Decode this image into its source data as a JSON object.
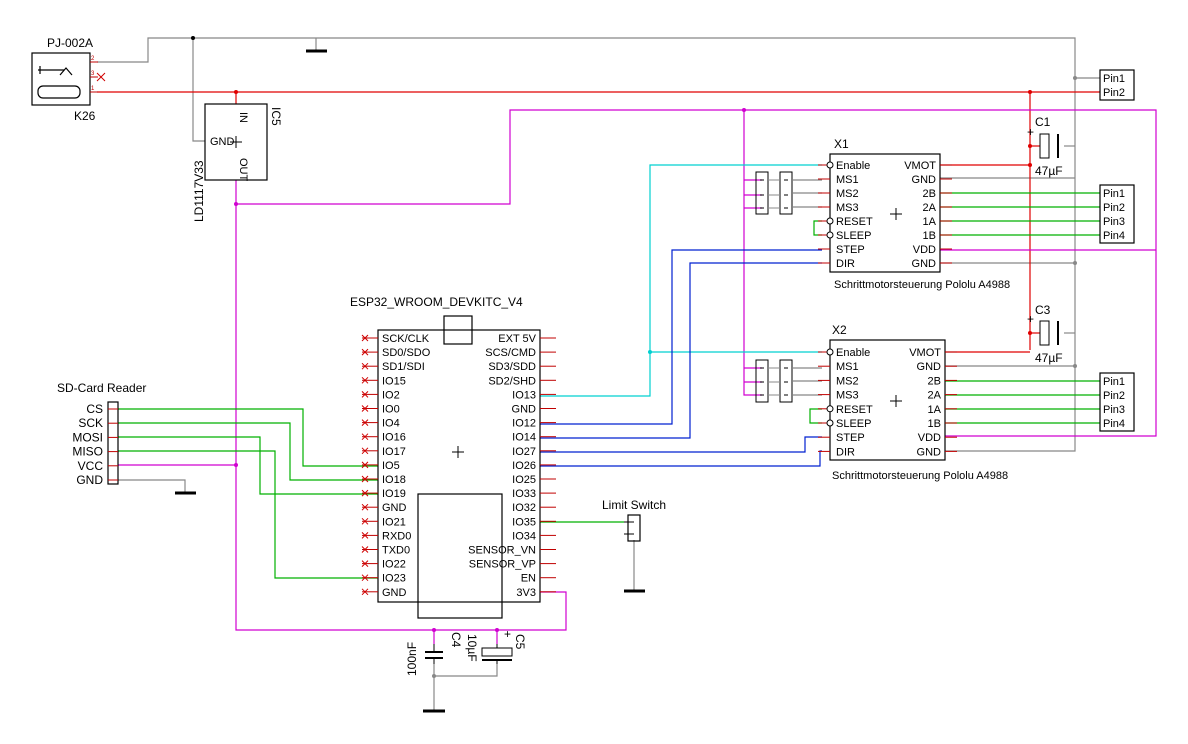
{
  "parts": {
    "jack": {
      "name": "PJ-002A",
      "value": "K26",
      "pins": [
        "2",
        "3",
        "1"
      ]
    },
    "regulator": {
      "name": "IC5",
      "value": "LD1117V33",
      "pins": {
        "in": "IN",
        "gnd": "GND",
        "out": "OUT"
      }
    },
    "esp32": {
      "name": "ESP32_WROOM_DEVKITC_V4",
      "left_pins": [
        "SCK/CLK",
        "SD0/SDO",
        "SD1/SDI",
        "IO15",
        "IO2",
        "IO0",
        "IO4",
        "IO16",
        "IO17",
        "IO5",
        "IO18",
        "IO19",
        "GND",
        "IO21",
        "RXD0",
        "TXD0",
        "IO22",
        "IO23",
        "GND"
      ],
      "right_pins": [
        "EXT 5V",
        "SCS/CMD",
        "SD3/SDD",
        "SD2/SHD",
        "IO13",
        "GND",
        "IO12",
        "IO14",
        "IO27",
        "IO26",
        "IO25",
        "IO33",
        "IO32",
        "IO35",
        "IO34",
        "SENSOR_VN",
        "SENSOR_VP",
        "EN",
        "3V3"
      ]
    },
    "driver1": {
      "name": "X1",
      "value": "Schrittmotorsteuerung Pololu A4988",
      "left_pins": [
        "Enable",
        "MS1",
        "MS2",
        "MS3",
        "RESET",
        "SLEEP",
        "STEP",
        "DIR"
      ],
      "right_pins": [
        "VMOT",
        "GND",
        "2B",
        "2A",
        "1A",
        "1B",
        "VDD",
        "GND"
      ]
    },
    "driver2": {
      "name": "X2",
      "value": "Schrittmotorsteuerung Pololu A4988",
      "left_pins": [
        "Enable",
        "MS1",
        "MS2",
        "MS3",
        "RESET",
        "SLEEP",
        "STEP",
        "DIR"
      ],
      "right_pins": [
        "VMOT",
        "GND",
        "2B",
        "2A",
        "1A",
        "1B",
        "VDD",
        "GND"
      ]
    },
    "c1": {
      "name": "C1",
      "value": "47µF"
    },
    "c3": {
      "name": "C3",
      "value": "47µF"
    },
    "c4": {
      "name": "C4",
      "value": "100nF"
    },
    "c5": {
      "name": "C5",
      "value": "10µF"
    },
    "sdcard": {
      "name": "SD-Card Reader",
      "pins": [
        "CS",
        "SCK",
        "MOSI",
        "MISO",
        "VCC",
        "GND"
      ]
    },
    "limit_switch": {
      "name": "Limit Switch"
    },
    "power_conn": {
      "pins": [
        "Pin1",
        "Pin2"
      ]
    },
    "motor1_conn": {
      "pins": [
        "Pin1",
        "Pin2",
        "Pin3",
        "Pin4"
      ]
    },
    "motor2_conn": {
      "pins": [
        "Pin1",
        "Pin2",
        "Pin3",
        "Pin4"
      ]
    }
  },
  "colors": {
    "gnd": "#888888",
    "power": "#e00000",
    "v33": "#d000d0",
    "control": "#0020d0",
    "enable": "#00d0d0",
    "signal": "#00b000"
  }
}
